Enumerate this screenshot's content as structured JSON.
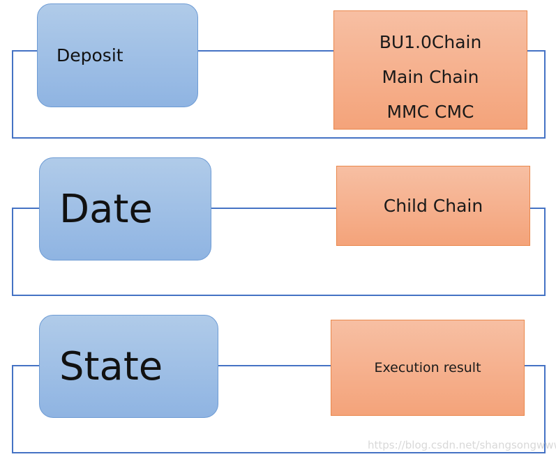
{
  "rows": [
    {
      "label": "Deposit",
      "targets": [
        "BU1.0Chain",
        "Main Chain",
        "MMC CMC"
      ]
    },
    {
      "label": "Date",
      "targets": [
        "Child Chain"
      ]
    },
    {
      "label": "State",
      "targets": [
        "Execution result"
      ]
    }
  ],
  "watermark": "https://blog.csdn.net/shangsongwww",
  "colors": {
    "line": "#4472c4",
    "blue_box_top": "#b0cbe9",
    "blue_box_bottom": "#8fb4e2",
    "orange_box_top": "#f7bfa3",
    "orange_box_bottom": "#f4a37a"
  }
}
